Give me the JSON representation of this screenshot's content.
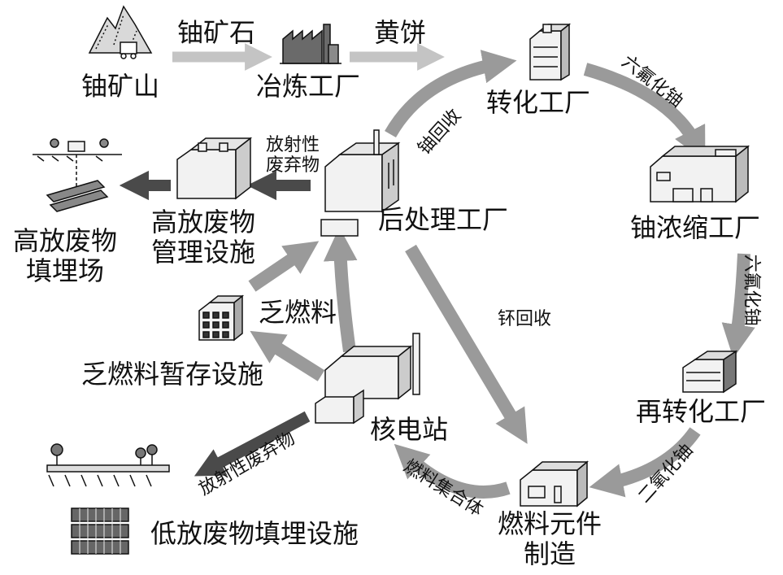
{
  "nodes": {
    "uranium_mine": "铀矿山",
    "smelter": "冶炼工厂",
    "conversion": "转化工厂",
    "enrichment": "铀浓缩工厂",
    "reconversion": "再转化工厂",
    "fuel_fab_line1": "燃料元件",
    "fuel_fab_line2": "制造",
    "nuclear_plant": "核电站",
    "spent_storage": "乏燃料暂存设施",
    "reprocessing": "后处理工厂",
    "hlw_mgmt_line1": "高放废物",
    "hlw_mgmt_line2": "管理设施",
    "hlw_disposal_line1": "高放废物",
    "hlw_disposal_line2": "填埋场",
    "llw_disposal": "低放废物填埋设施"
  },
  "flows": {
    "ore": "铀矿石",
    "yellowcake": "黄饼",
    "uf6_a": "六氟化铀",
    "uf6_b": "六氟化铀",
    "uo2": "二氧化铀",
    "fuel_assembly": "燃料集合体",
    "spent_fuel": "乏燃料",
    "uranium_recovery": "铀回收",
    "plutonium_recovery": "钚回收",
    "rad_waste_line1": "放射性",
    "rad_waste_line2": "废弃物",
    "rad_waste_low": "放射性废弃物"
  },
  "colors": {
    "arrow_gray": "#9a9a9a",
    "arrow_light": "#c4c4c4",
    "arrow_dark": "#4a4a4a",
    "building_fill": "#f2f2f2",
    "outline": "#111111"
  }
}
